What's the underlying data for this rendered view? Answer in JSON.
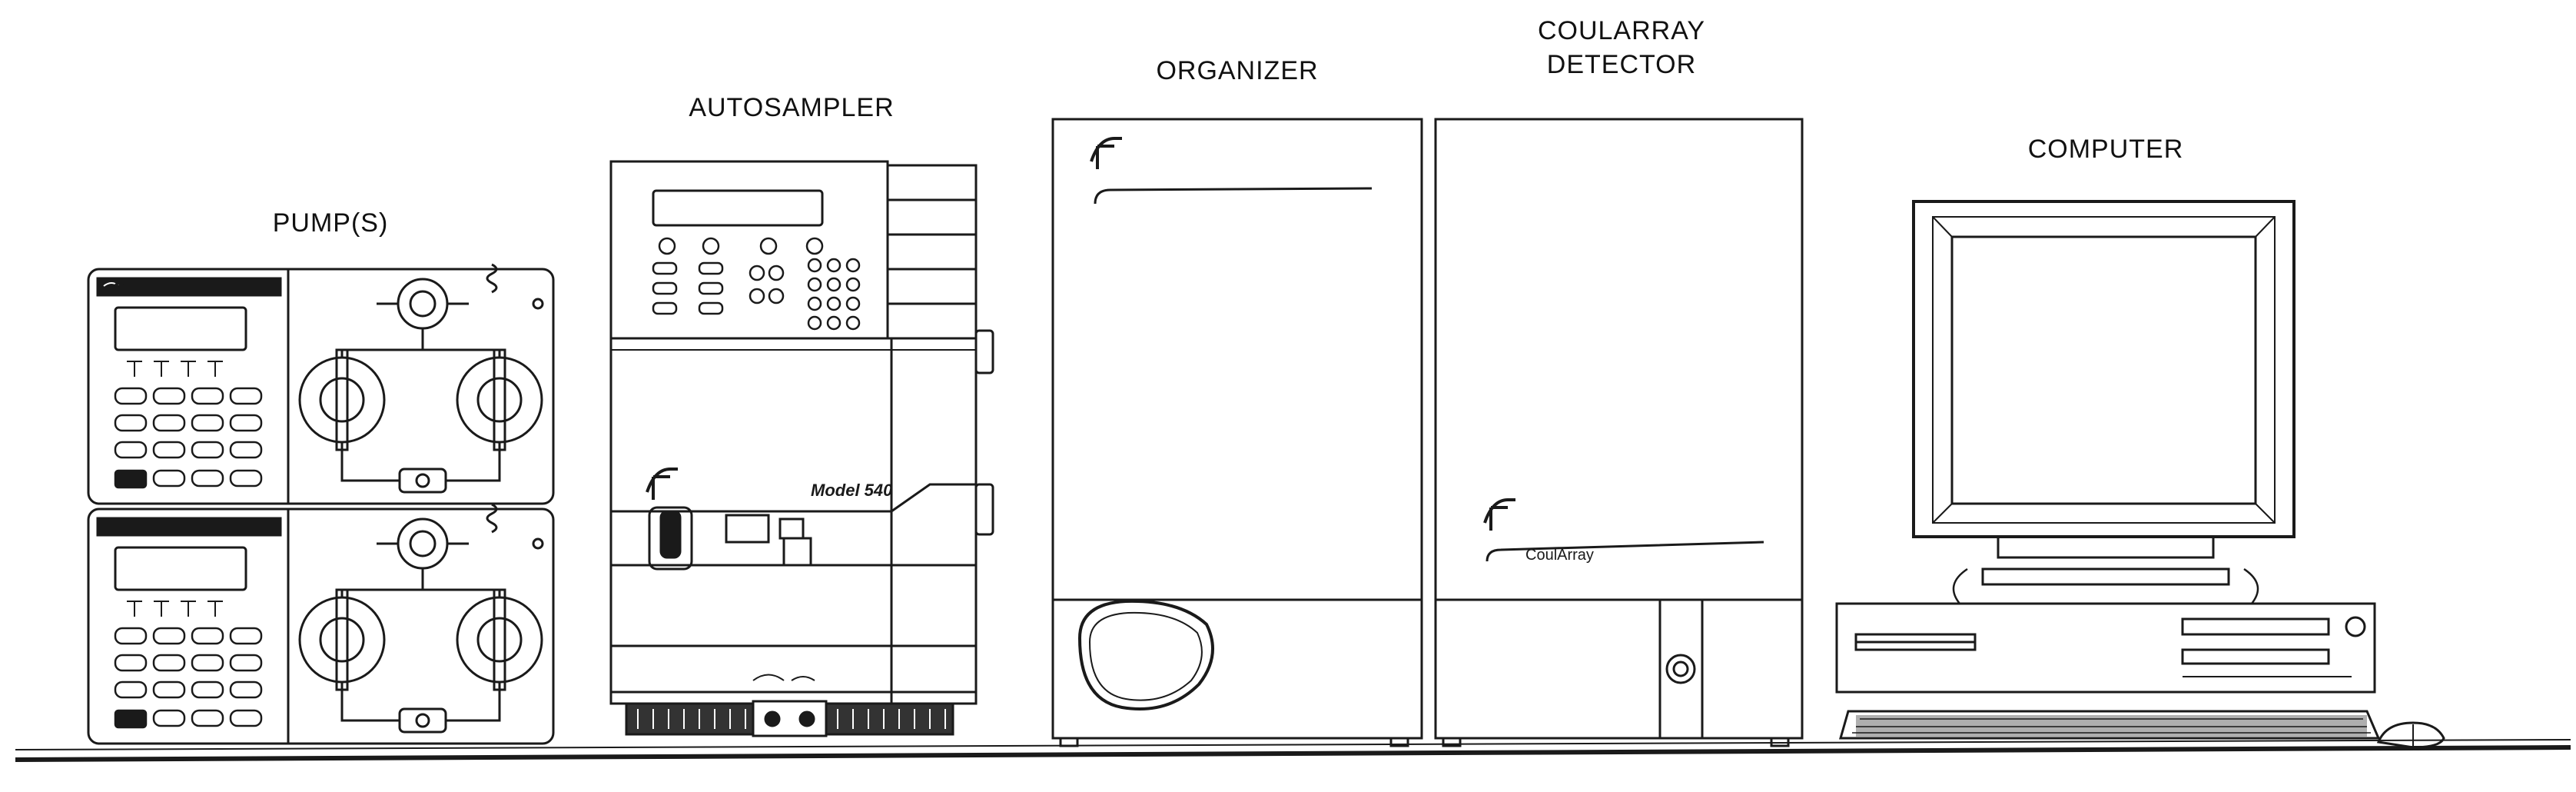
{
  "labels": {
    "pumps": "PUMP(S)",
    "autosampler": "AUTOSAMPLER",
    "organizer": "ORGANIZER",
    "detector_line1": "COULARRAY",
    "detector_line2": "DETECTOR",
    "computer": "COMPUTER"
  },
  "device_text": {
    "autosampler_model": "Model 540",
    "detector_brand": "CoulArray"
  },
  "icons": {
    "brand_logo": "esa-flag-logo"
  },
  "colors": {
    "line": "#1a1a1a",
    "background": "#ffffff"
  }
}
